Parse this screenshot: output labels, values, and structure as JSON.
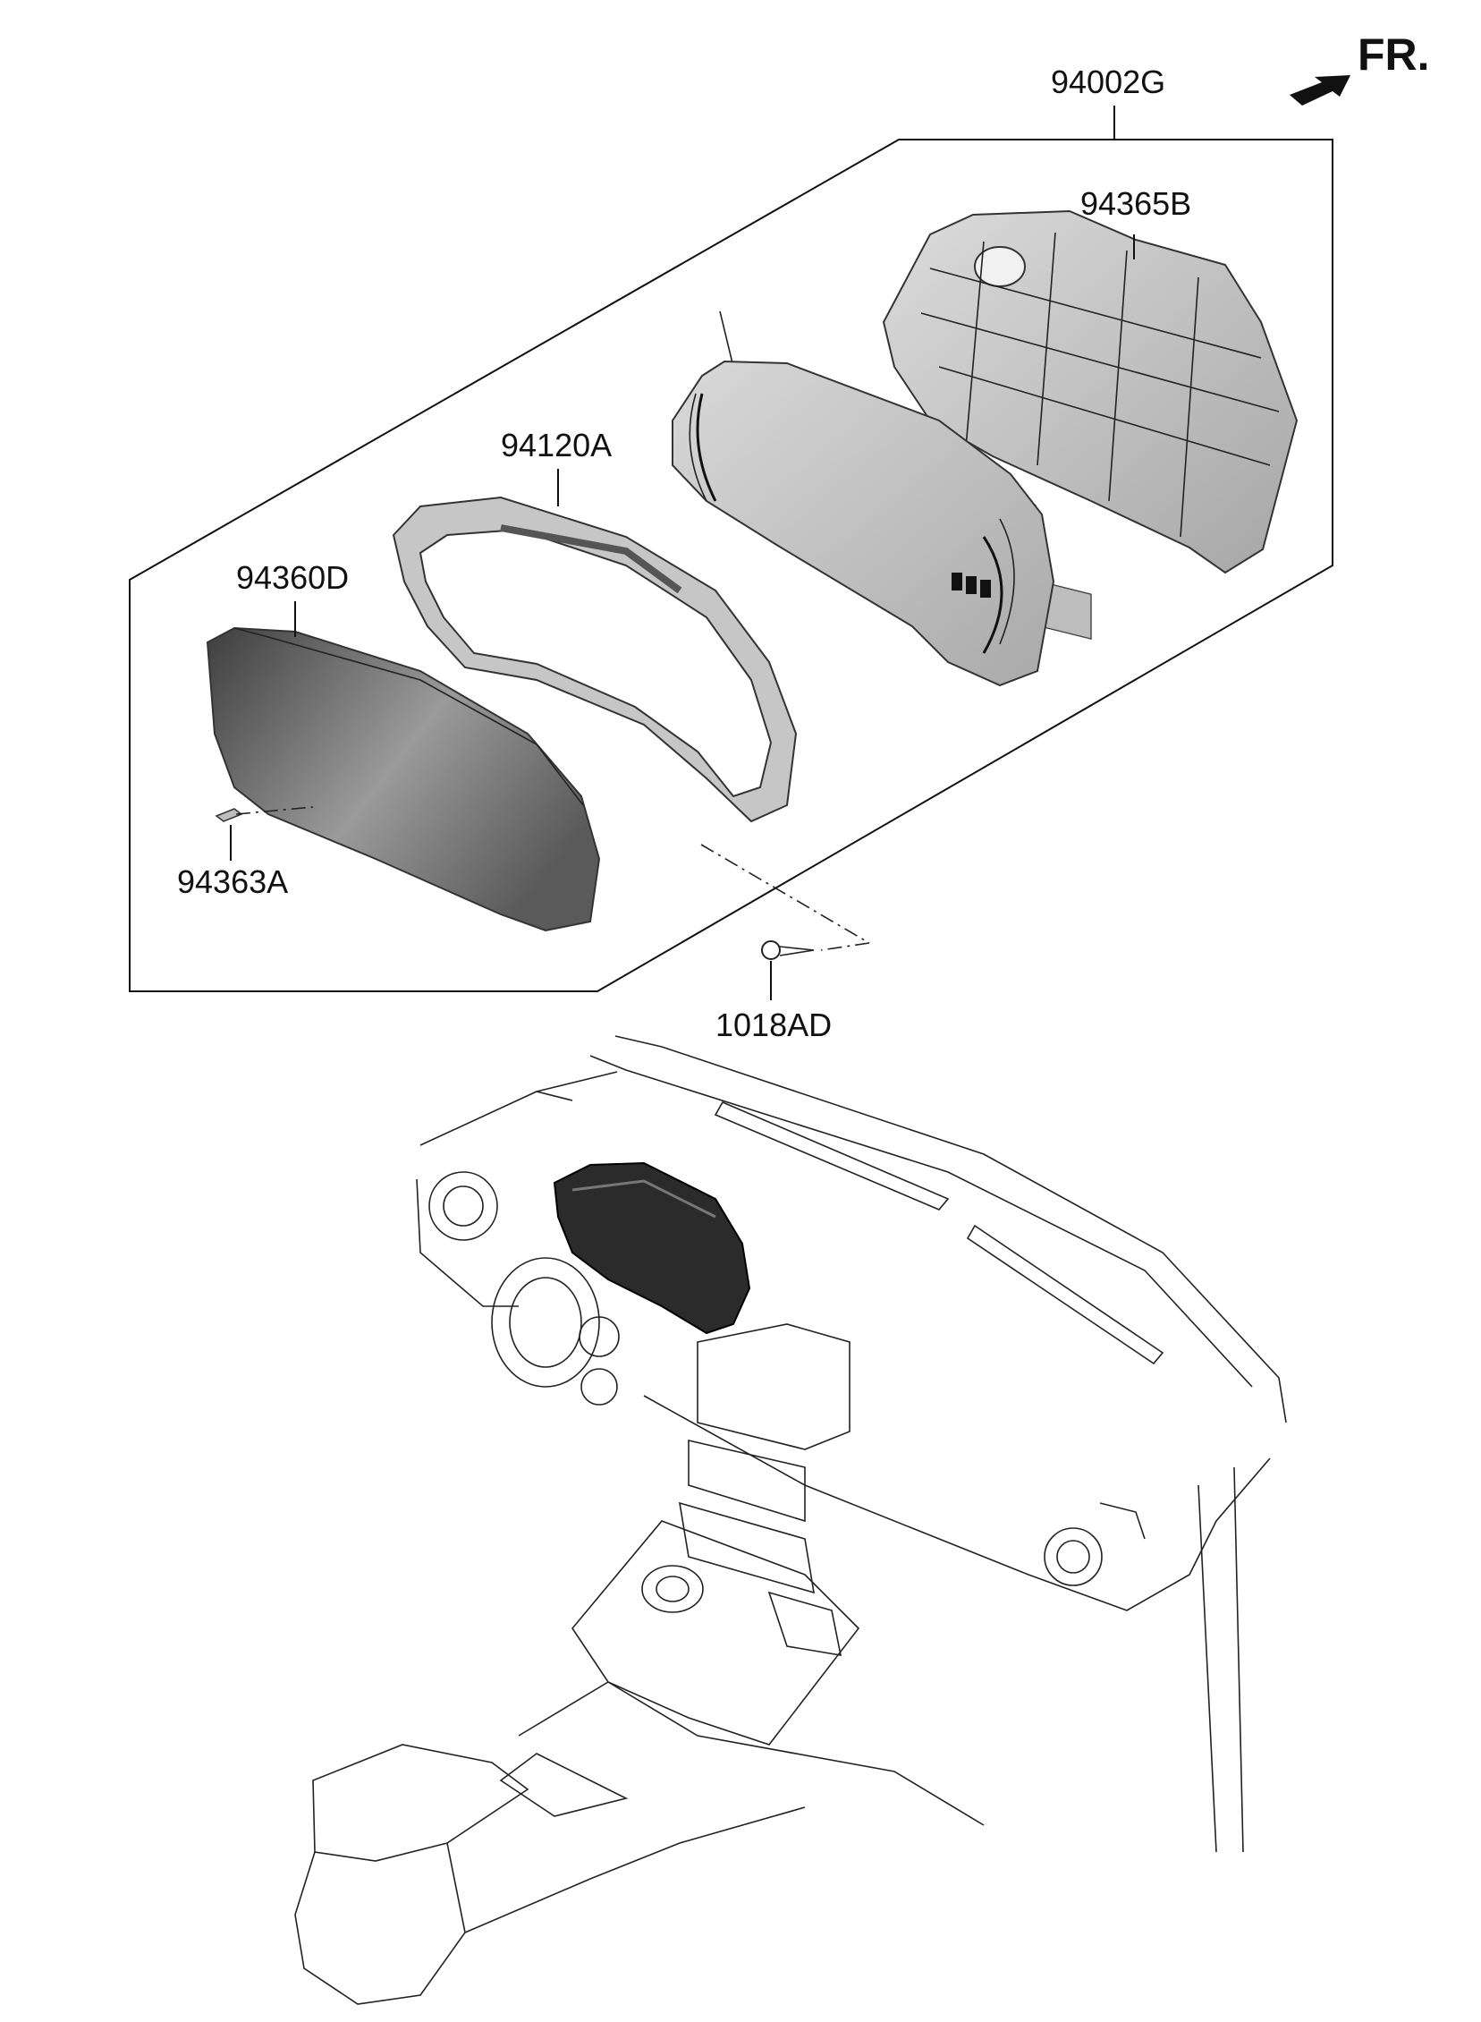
{
  "direction_label": "FR.",
  "callouts": {
    "assembly": "94002G",
    "back_cover": "94365B",
    "case": "94120A",
    "window": "94360D",
    "clip": "94363A",
    "screw": "1018AD"
  },
  "colors": {
    "line": "#111111",
    "part_fill_light": "#cfcfcf",
    "part_fill_dark": "#6e6e6e",
    "highlight_cluster": "#2b2b2b"
  },
  "icons": {
    "direction_arrow": "front-arrow-icon"
  }
}
